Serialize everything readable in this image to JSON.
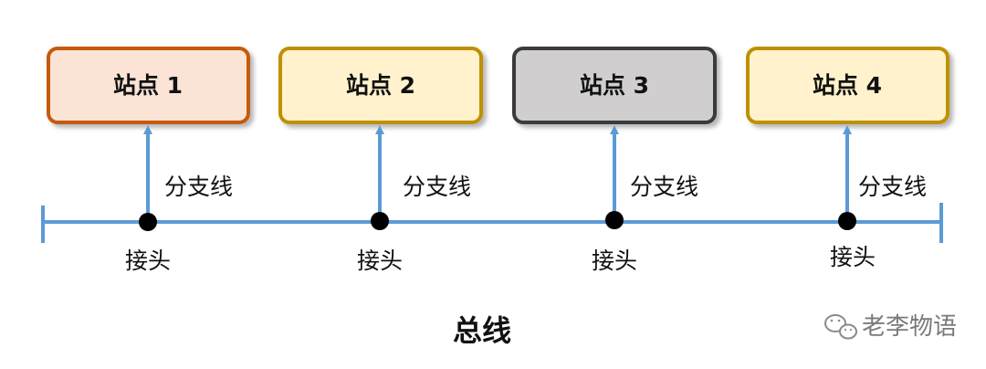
{
  "diagram": {
    "bus_label": "总线",
    "stations": [
      {
        "label": "站点 1",
        "fill": "#FBE3D6",
        "stroke": "#C55A11"
      },
      {
        "label": "站点 2",
        "fill": "#FFF2CC",
        "stroke": "#BF9000"
      },
      {
        "label": "站点 3",
        "fill": "#D0CECE",
        "stroke": "#3A3A3A"
      },
      {
        "label": "站点 4",
        "fill": "#FFF2CC",
        "stroke": "#BF9000"
      }
    ],
    "branches": [
      "分支线",
      "分支线",
      "分支线",
      "分支线"
    ],
    "joints": [
      "接头",
      "接头",
      "接头",
      "接头"
    ],
    "line_color": "#5B9BD5",
    "node_color": "#000000"
  },
  "watermark": {
    "icon": "wechat-icon",
    "text": "老李物语"
  }
}
